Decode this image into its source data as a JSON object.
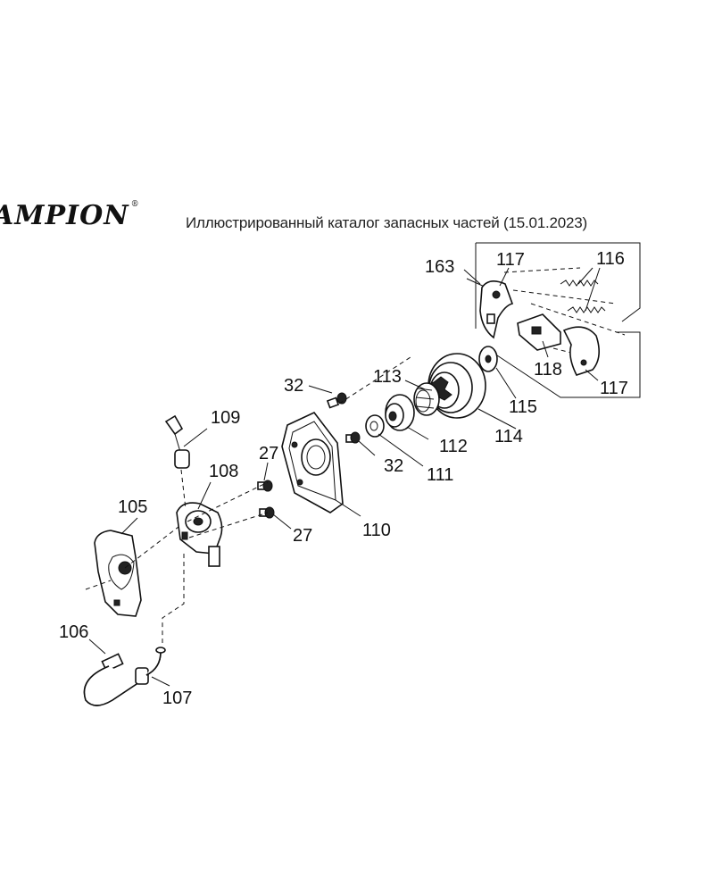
{
  "header": {
    "brand": "AMPION",
    "registered_mark": "®",
    "title": "Иллюстрированный каталог запасных частей (15.01.2023)"
  },
  "callouts": {
    "p163": "163",
    "p117_top": "117",
    "p116": "116",
    "p118": "118",
    "p117_bottom": "117",
    "p115": "115",
    "p114": "114",
    "p113": "113",
    "p112": "112",
    "p111": "111",
    "p32_top": "32",
    "p32_mid": "32",
    "p110": "110",
    "p27_top": "27",
    "p27_bottom": "27",
    "p109": "109",
    "p108": "108",
    "p105": "105",
    "p106": "106",
    "p107": "107"
  }
}
